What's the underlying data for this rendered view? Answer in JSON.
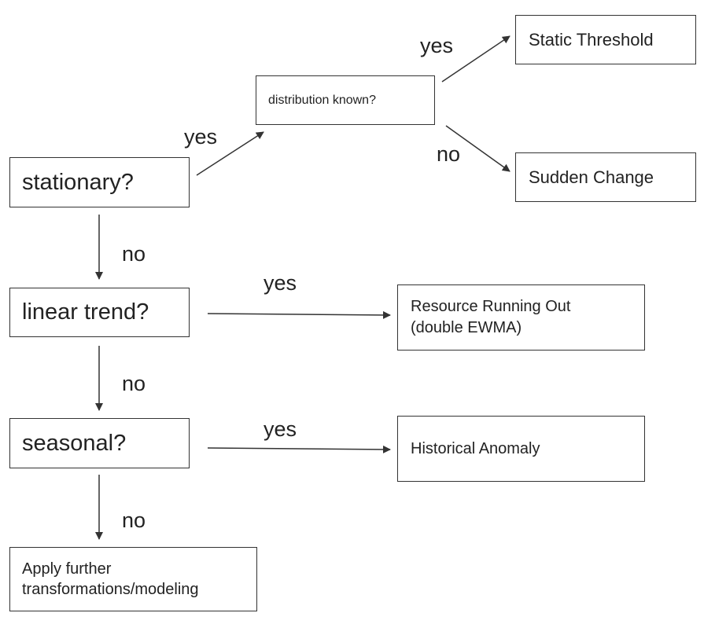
{
  "nodes": {
    "stationary": "stationary?",
    "distribution_known": "distribution known?",
    "static_threshold": "Static Threshold",
    "sudden_change": "Sudden Change",
    "linear_trend": "linear trend?",
    "resource_running_out": "Resource Running Out\n(double EWMA)",
    "seasonal": "seasonal?",
    "historical_anomaly": "Historical Anomaly",
    "further_transformations": "Apply further\ntransformations/modeling"
  },
  "edges": {
    "stationary_yes": "yes",
    "distribution_yes": "yes",
    "distribution_no": "no",
    "stationary_no": "no",
    "linear_yes": "yes",
    "linear_no": "no",
    "seasonal_yes": "yes",
    "seasonal_no": "no"
  },
  "colors": {
    "line": "#333333",
    "text": "#222222",
    "background": "#ffffff"
  }
}
